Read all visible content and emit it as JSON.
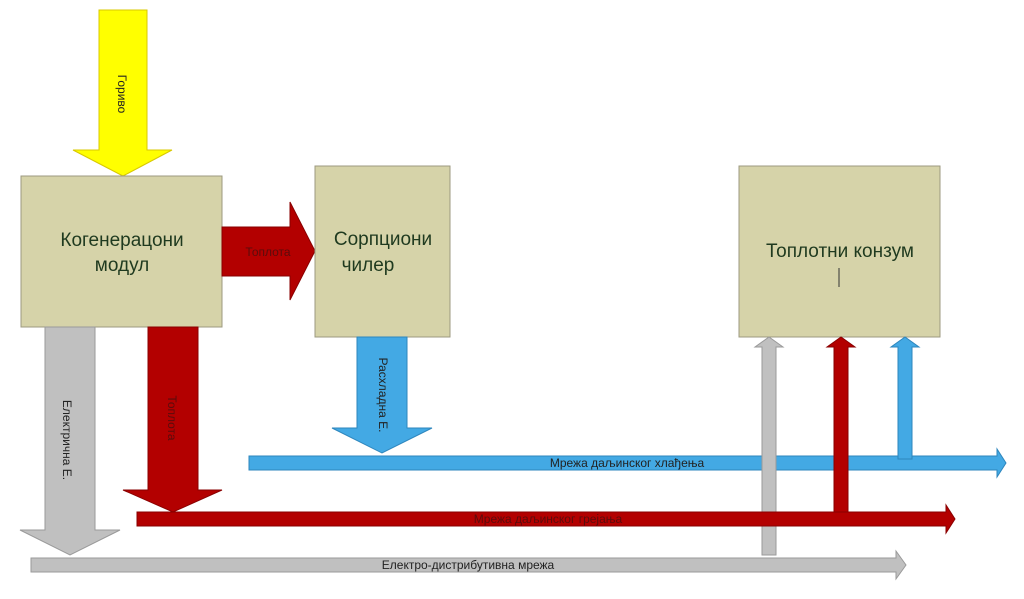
{
  "boxes": {
    "cogeneration": {
      "line1": "Когенерацони",
      "line2": "модул"
    },
    "chiller": {
      "line1": "Сорпциони",
      "line2": "чилер"
    },
    "consumer": {
      "label": "Топлотни конзум"
    }
  },
  "arrows": {
    "fuel": "Гориво",
    "heat_to_chiller": "Топлота",
    "heat_down": "Топлота",
    "electric_down": "Електрична Е.",
    "cooling_down": "Расхладна Е."
  },
  "networks": {
    "cooling": "Мрежа даљинског хлађења",
    "heating": "Мрежа даљинског грејања",
    "electric": "Електро-дистрибутивна мрежа"
  },
  "colors": {
    "box_fill": "#d6d3a9",
    "fuel": "#ffff00",
    "heat": "#b30000",
    "cooling": "#43a9e4",
    "electric": "#c0c0c0"
  }
}
